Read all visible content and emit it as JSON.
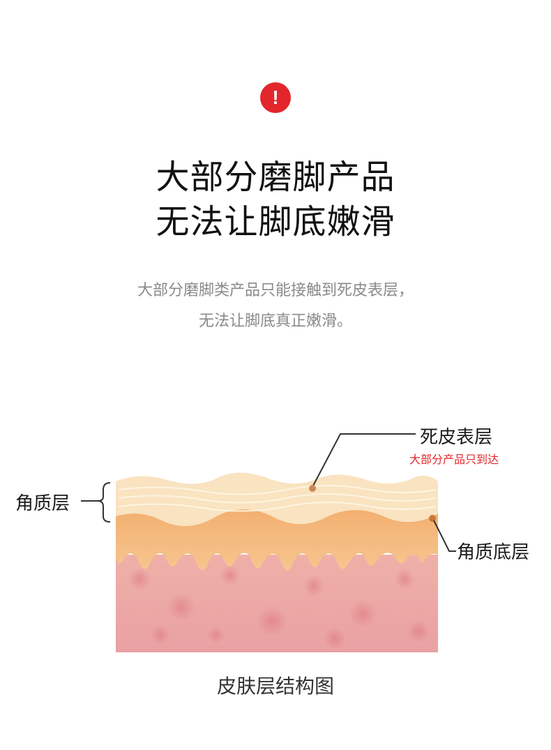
{
  "alert": {
    "icon": "exclamation-icon",
    "glyph": "!",
    "color": "#e3262b"
  },
  "headline": {
    "line1": "大部分磨脚产品",
    "line2": "无法让脚底嫩滑"
  },
  "subtext": {
    "line1": "大部分磨脚类产品只能接触到死皮表层，",
    "line2": "无法让脚底真正嫩滑。"
  },
  "diagram": {
    "labels": {
      "dead_skin": "死皮表层",
      "dead_skin_note": "大部分产品只到达",
      "stratum_corneum": "角质层",
      "basal_layer": "角质底层"
    },
    "colors": {
      "dead_layer": "#f9e3c0",
      "mid_layer": "#f4b77f",
      "skin": "#eaa4a4",
      "accent": "#e3262b"
    }
  },
  "caption": "皮肤层结构图"
}
